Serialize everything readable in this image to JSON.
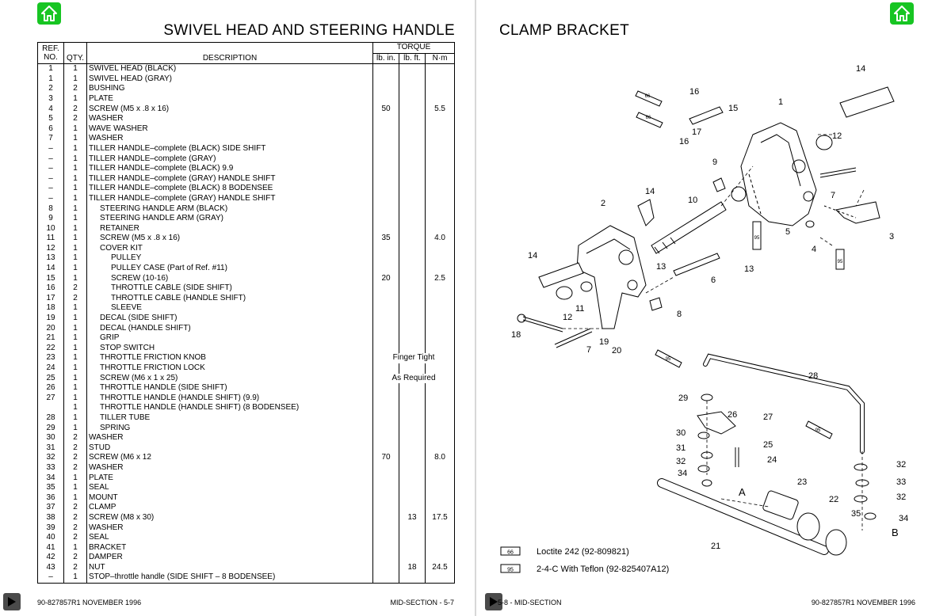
{
  "left_page": {
    "title": "SWIVEL HEAD AND STEERING HANDLE",
    "headers": {
      "ref": "REF.",
      "no": "NO.",
      "qty": "QTY.",
      "description": "DESCRIPTION",
      "torque": "TORQUE",
      "lbin": "lb. in.",
      "lbft": "lb. ft.",
      "nm": "N·m"
    },
    "rows": [
      {
        "ref": "1",
        "qty": "1",
        "desc": "SWIVEL HEAD (BLACK)",
        "ind": 0,
        "lbin": "",
        "lbft": "",
        "nm": ""
      },
      {
        "ref": "1",
        "qty": "1",
        "desc": "SWIVEL HEAD (GRAY)",
        "ind": 0,
        "lbin": "",
        "lbft": "",
        "nm": ""
      },
      {
        "ref": "2",
        "qty": "2",
        "desc": "BUSHING",
        "ind": 0,
        "lbin": "",
        "lbft": "",
        "nm": ""
      },
      {
        "ref": "3",
        "qty": "1",
        "desc": "PLATE",
        "ind": 0,
        "lbin": "",
        "lbft": "",
        "nm": ""
      },
      {
        "ref": "4",
        "qty": "2",
        "desc": "SCREW (M5 x .8 x 16)",
        "ind": 0,
        "lbin": "50",
        "lbft": "",
        "nm": "5.5"
      },
      {
        "ref": "5",
        "qty": "2",
        "desc": "WASHER",
        "ind": 0,
        "lbin": "",
        "lbft": "",
        "nm": ""
      },
      {
        "ref": "6",
        "qty": "1",
        "desc": "WAVE WASHER",
        "ind": 0,
        "lbin": "",
        "lbft": "",
        "nm": ""
      },
      {
        "ref": "7",
        "qty": "1",
        "desc": "WASHER",
        "ind": 0,
        "lbin": "",
        "lbft": "",
        "nm": ""
      },
      {
        "ref": "–",
        "qty": "1",
        "desc": "TILLER HANDLE–complete (BLACK)   SIDE SHIFT",
        "ind": 0,
        "lbin": "",
        "lbft": "",
        "nm": ""
      },
      {
        "ref": "–",
        "qty": "1",
        "desc": "TILLER HANDLE–complete (GRAY)",
        "ind": 0,
        "lbin": "",
        "lbft": "",
        "nm": ""
      },
      {
        "ref": "–",
        "qty": "1",
        "desc": "TILLER HANDLE–complete (BLACK)        9.9",
        "ind": 0,
        "lbin": "",
        "lbft": "",
        "nm": ""
      },
      {
        "ref": "–",
        "qty": "1",
        "desc": "TILLER HANDLE–complete (GRAY) HANDLE SHIFT",
        "ind": 0,
        "lbin": "",
        "lbft": "",
        "nm": ""
      },
      {
        "ref": "–",
        "qty": "1",
        "desc": "TILLER HANDLE–complete (BLACK) 8 BODENSEE",
        "ind": 0,
        "lbin": "",
        "lbft": "",
        "nm": ""
      },
      {
        "ref": "–",
        "qty": "1",
        "desc": "TILLER HANDLE–complete (GRAY) HANDLE SHIFT",
        "ind": 0,
        "lbin": "",
        "lbft": "",
        "nm": ""
      },
      {
        "ref": "8",
        "qty": "1",
        "desc": "STEERING HANDLE ARM (BLACK)",
        "ind": 1,
        "lbin": "",
        "lbft": "",
        "nm": ""
      },
      {
        "ref": "9",
        "qty": "1",
        "desc": "STEERING HANDLE ARM (GRAY)",
        "ind": 1,
        "lbin": "",
        "lbft": "",
        "nm": ""
      },
      {
        "ref": "10",
        "qty": "1",
        "desc": "RETAINER",
        "ind": 1,
        "lbin": "",
        "lbft": "",
        "nm": ""
      },
      {
        "ref": "11",
        "qty": "1",
        "desc": "SCREW (M5 x .8 x 16)",
        "ind": 1,
        "lbin": "35",
        "lbft": "",
        "nm": "4.0"
      },
      {
        "ref": "12",
        "qty": "1",
        "desc": "COVER KIT",
        "ind": 1,
        "lbin": "",
        "lbft": "",
        "nm": ""
      },
      {
        "ref": "13",
        "qty": "1",
        "desc": "PULLEY",
        "ind": 2,
        "lbin": "",
        "lbft": "",
        "nm": ""
      },
      {
        "ref": "14",
        "qty": "1",
        "desc": "PULLEY CASE (Part of Ref. #11)",
        "ind": 2,
        "lbin": "",
        "lbft": "",
        "nm": ""
      },
      {
        "ref": "15",
        "qty": "1",
        "desc": "SCREW (10-16)",
        "ind": 2,
        "lbin": "20",
        "lbft": "",
        "nm": "2.5"
      },
      {
        "ref": "16",
        "qty": "2",
        "desc": "THROTTLE CABLE (SIDE SHIFT)",
        "ind": 2,
        "lbin": "",
        "lbft": "",
        "nm": ""
      },
      {
        "ref": "17",
        "qty": "2",
        "desc": "THROTTLE CABLE (HANDLE SHIFT)",
        "ind": 2,
        "lbin": "",
        "lbft": "",
        "nm": ""
      },
      {
        "ref": "18",
        "qty": "1",
        "desc": "SLEEVE",
        "ind": 2,
        "lbin": "",
        "lbft": "",
        "nm": ""
      },
      {
        "ref": "19",
        "qty": "1",
        "desc": "DECAL (SIDE SHIFT)",
        "ind": 1,
        "lbin": "",
        "lbft": "",
        "nm": ""
      },
      {
        "ref": "20",
        "qty": "1",
        "desc": "DECAL (HANDLE SHIFT)",
        "ind": 1,
        "lbin": "",
        "lbft": "",
        "nm": ""
      },
      {
        "ref": "21",
        "qty": "1",
        "desc": "GRIP",
        "ind": 1,
        "lbin": "",
        "lbft": "",
        "nm": ""
      },
      {
        "ref": "22",
        "qty": "1",
        "desc": "STOP SWITCH",
        "ind": 1,
        "lbin": "",
        "lbft": "",
        "nm": ""
      },
      {
        "ref": "23",
        "qty": "1",
        "desc": "THROTTLE FRICTION KNOB",
        "ind": 1,
        "lbin": "",
        "lbft": "",
        "nm": "",
        "span": "Finger Tight"
      },
      {
        "ref": "24",
        "qty": "1",
        "desc": "THROTTLE FRICTION LOCK",
        "ind": 1,
        "lbin": "",
        "lbft": "",
        "nm": ""
      },
      {
        "ref": "25",
        "qty": "1",
        "desc": "SCREW (M6 x 1 x 25)",
        "ind": 1,
        "lbin": "",
        "lbft": "",
        "nm": "",
        "span": "As Required"
      },
      {
        "ref": "26",
        "qty": "1",
        "desc": "THROTTLE HANDLE (SIDE SHIFT)",
        "ind": 1,
        "lbin": "",
        "lbft": "",
        "nm": ""
      },
      {
        "ref": "27",
        "qty": "1",
        "desc": "THROTTLE HANDLE (HANDLE SHIFT) (9.9)",
        "ind": 1,
        "lbin": "",
        "lbft": "",
        "nm": ""
      },
      {
        "ref": "",
        "qty": "1",
        "desc": "THROTTLE HANDLE (HANDLE SHIFT) (8 BODENSEE)",
        "ind": 1,
        "lbin": "",
        "lbft": "",
        "nm": ""
      },
      {
        "ref": "28",
        "qty": "1",
        "desc": "TILLER TUBE",
        "ind": 1,
        "lbin": "",
        "lbft": "",
        "nm": ""
      },
      {
        "ref": "29",
        "qty": "1",
        "desc": "SPRING",
        "ind": 1,
        "lbin": "",
        "lbft": "",
        "nm": ""
      },
      {
        "ref": "30",
        "qty": "2",
        "desc": "WASHER",
        "ind": 0,
        "lbin": "",
        "lbft": "",
        "nm": ""
      },
      {
        "ref": "31",
        "qty": "2",
        "desc": "STUD",
        "ind": 0,
        "lbin": "",
        "lbft": "",
        "nm": ""
      },
      {
        "ref": "32",
        "qty": "2",
        "desc": "SCREW (M6 x 12",
        "ind": 0,
        "lbin": "70",
        "lbft": "",
        "nm": "8.0"
      },
      {
        "ref": "33",
        "qty": "2",
        "desc": "WASHER",
        "ind": 0,
        "lbin": "",
        "lbft": "",
        "nm": ""
      },
      {
        "ref": "34",
        "qty": "1",
        "desc": "PLATE",
        "ind": 0,
        "lbin": "",
        "lbft": "",
        "nm": ""
      },
      {
        "ref": "35",
        "qty": "1",
        "desc": "SEAL",
        "ind": 0,
        "lbin": "",
        "lbft": "",
        "nm": ""
      },
      {
        "ref": "36",
        "qty": "1",
        "desc": "MOUNT",
        "ind": 0,
        "lbin": "",
        "lbft": "",
        "nm": ""
      },
      {
        "ref": "37",
        "qty": "2",
        "desc": "CLAMP",
        "ind": 0,
        "lbin": "",
        "lbft": "",
        "nm": ""
      },
      {
        "ref": "38",
        "qty": "2",
        "desc": "SCREW (M8 x 30)",
        "ind": 0,
        "lbin": "",
        "lbft": "13",
        "nm": "17.5"
      },
      {
        "ref": "39",
        "qty": "2",
        "desc": "WASHER",
        "ind": 0,
        "lbin": "",
        "lbft": "",
        "nm": ""
      },
      {
        "ref": "40",
        "qty": "2",
        "desc": "SEAL",
        "ind": 0,
        "lbin": "",
        "lbft": "",
        "nm": ""
      },
      {
        "ref": "41",
        "qty": "1",
        "desc": "BRACKET",
        "ind": 0,
        "lbin": "",
        "lbft": "",
        "nm": ""
      },
      {
        "ref": "42",
        "qty": "2",
        "desc": "DAMPER",
        "ind": 0,
        "lbin": "",
        "lbft": "",
        "nm": ""
      },
      {
        "ref": "43",
        "qty": "2",
        "desc": "NUT",
        "ind": 0,
        "lbin": "",
        "lbft": "18",
        "nm": "24.5"
      },
      {
        "ref": "–",
        "qty": "1",
        "desc": "STOP–throttle handle (SIDE SHIFT – 8 BODENSEE)",
        "ind": 0,
        "lbin": "",
        "lbft": "",
        "nm": ""
      }
    ],
    "footer_left": "90-827857R1   NOVEMBER 1996",
    "footer_right": "MID-SECTION - 5-7"
  },
  "right_page": {
    "title": "CLAMP BRACKET",
    "callouts": [
      "1",
      "2",
      "3",
      "4",
      "5",
      "6",
      "7",
      "7",
      "8",
      "9",
      "10",
      "11",
      "12",
      "12",
      "13",
      "13",
      "14",
      "14",
      "14",
      "15",
      "16",
      "16",
      "17",
      "18",
      "19",
      "20",
      "21",
      "22",
      "23",
      "24",
      "25",
      "26",
      "27",
      "28",
      "29",
      "30",
      "31",
      "32",
      "32",
      "32",
      "33",
      "34",
      "34",
      "35",
      "A",
      "B"
    ],
    "legend": [
      {
        "code": "66",
        "text": "Loctite 242 (92-809821)"
      },
      {
        "code": "95",
        "text": "2-4-C With Teflon (92-825407A12)"
      }
    ],
    "tube_labels": [
      "66",
      "66",
      "95",
      "95",
      "95",
      "95"
    ],
    "footer_left": "5-8 - MID-SECTION",
    "footer_right": "90-827857R1   NOVEMBER 1996"
  },
  "icons": {
    "home": "home-icon",
    "next": "play-icon",
    "home_color": "#17c523"
  }
}
